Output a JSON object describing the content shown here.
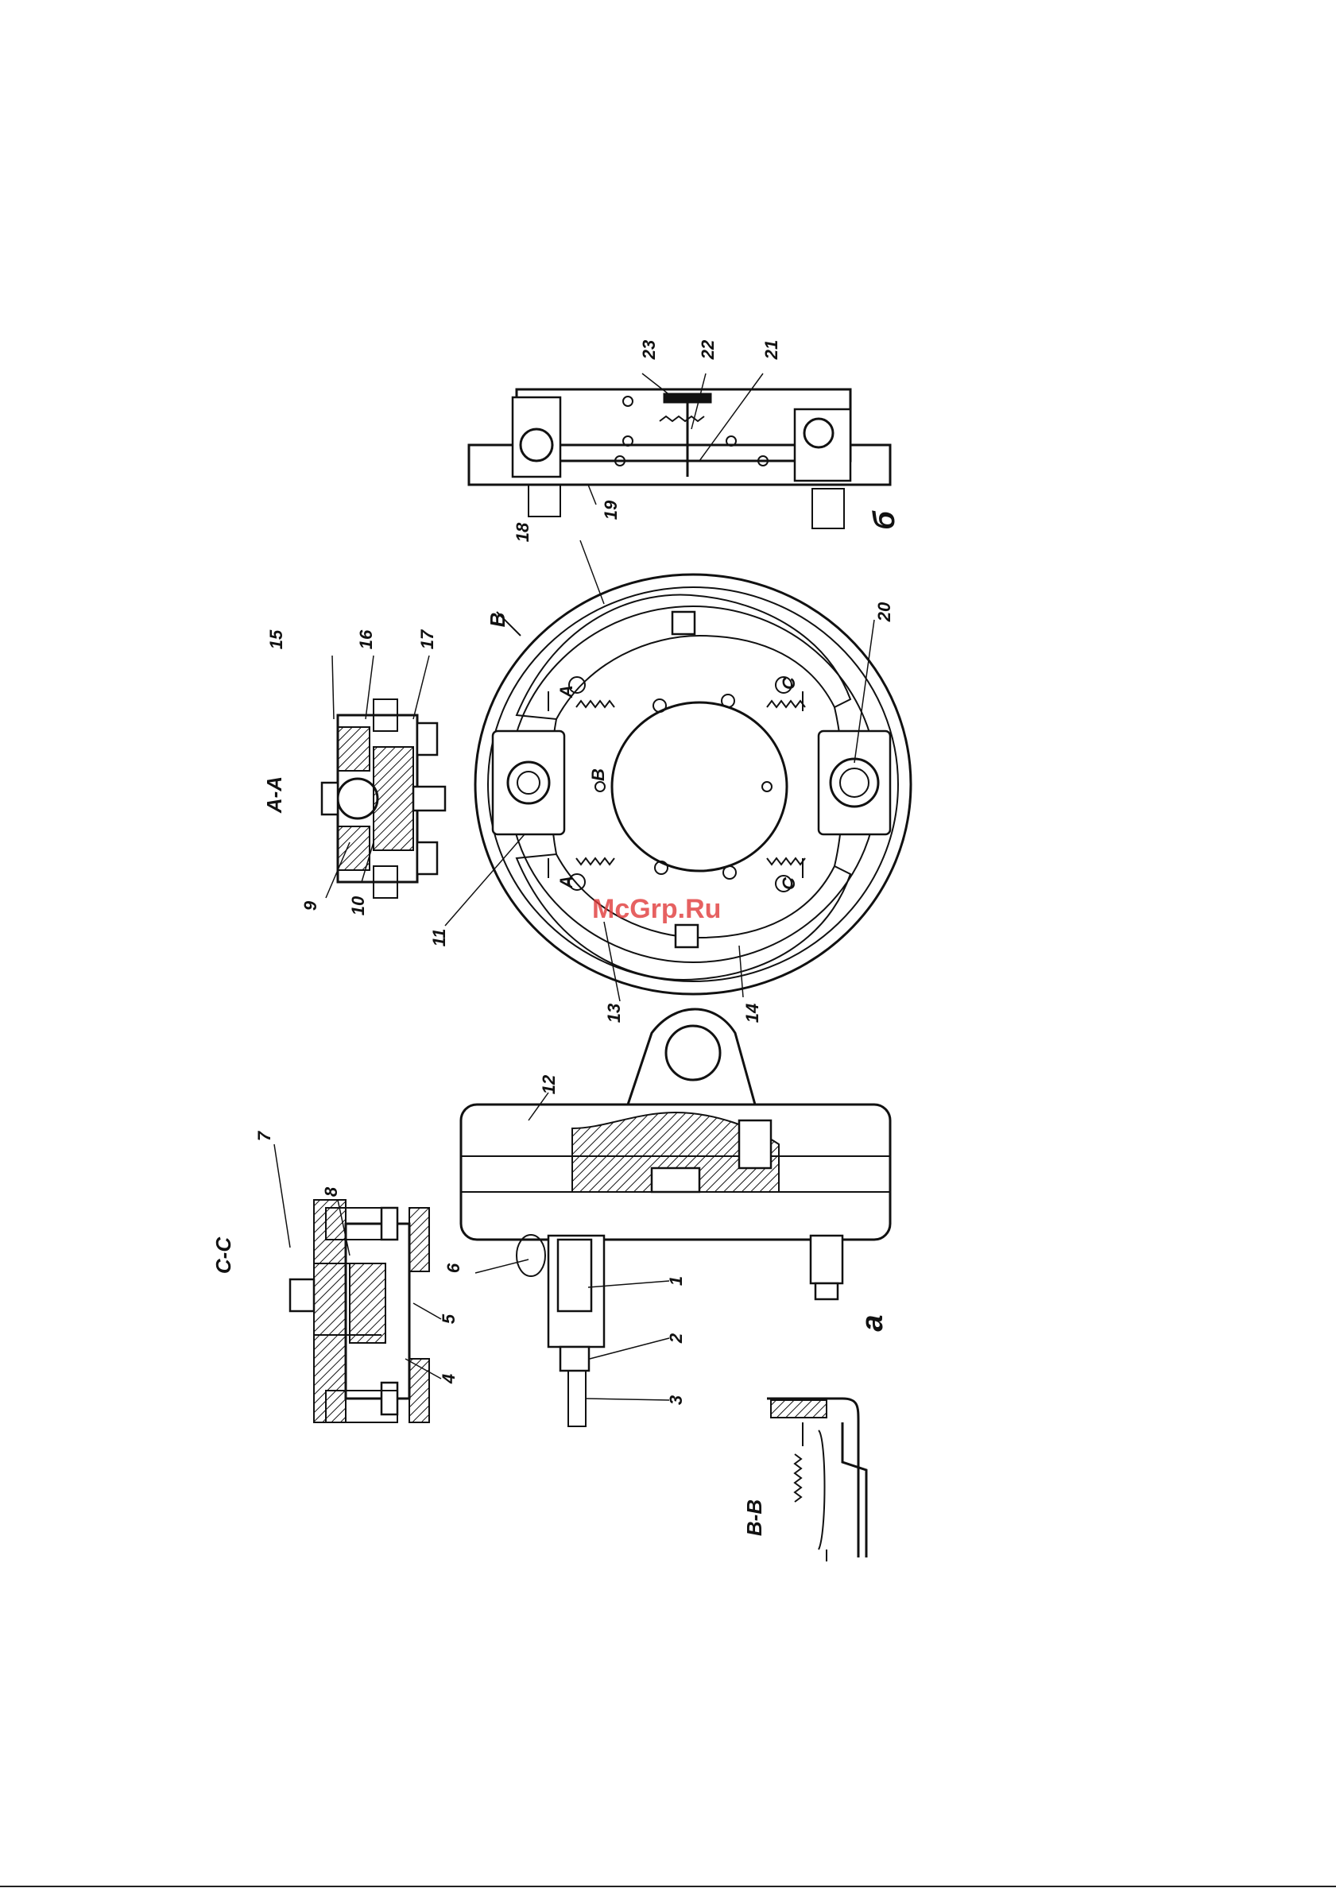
{
  "figure": {
    "callouts": [
      "1",
      "2",
      "3",
      "4",
      "5",
      "6",
      "7",
      "8",
      "9",
      "10",
      "11",
      "12",
      "13",
      "14",
      "15",
      "16",
      "17",
      "18",
      "19",
      "20",
      "21",
      "22",
      "23"
    ],
    "sections": {
      "cc": "C-C",
      "aa": "A-A",
      "bb": "B-B",
      "view_b": "B",
      "marker_a": "A",
      "marker_c": "C"
    },
    "view_labels": {
      "a": "а",
      "b": "б"
    },
    "watermark": "McGrp.Ru"
  },
  "colors": {
    "ink": "#111111",
    "paper": "#ffffff",
    "watermark": "#e03a3a"
  }
}
